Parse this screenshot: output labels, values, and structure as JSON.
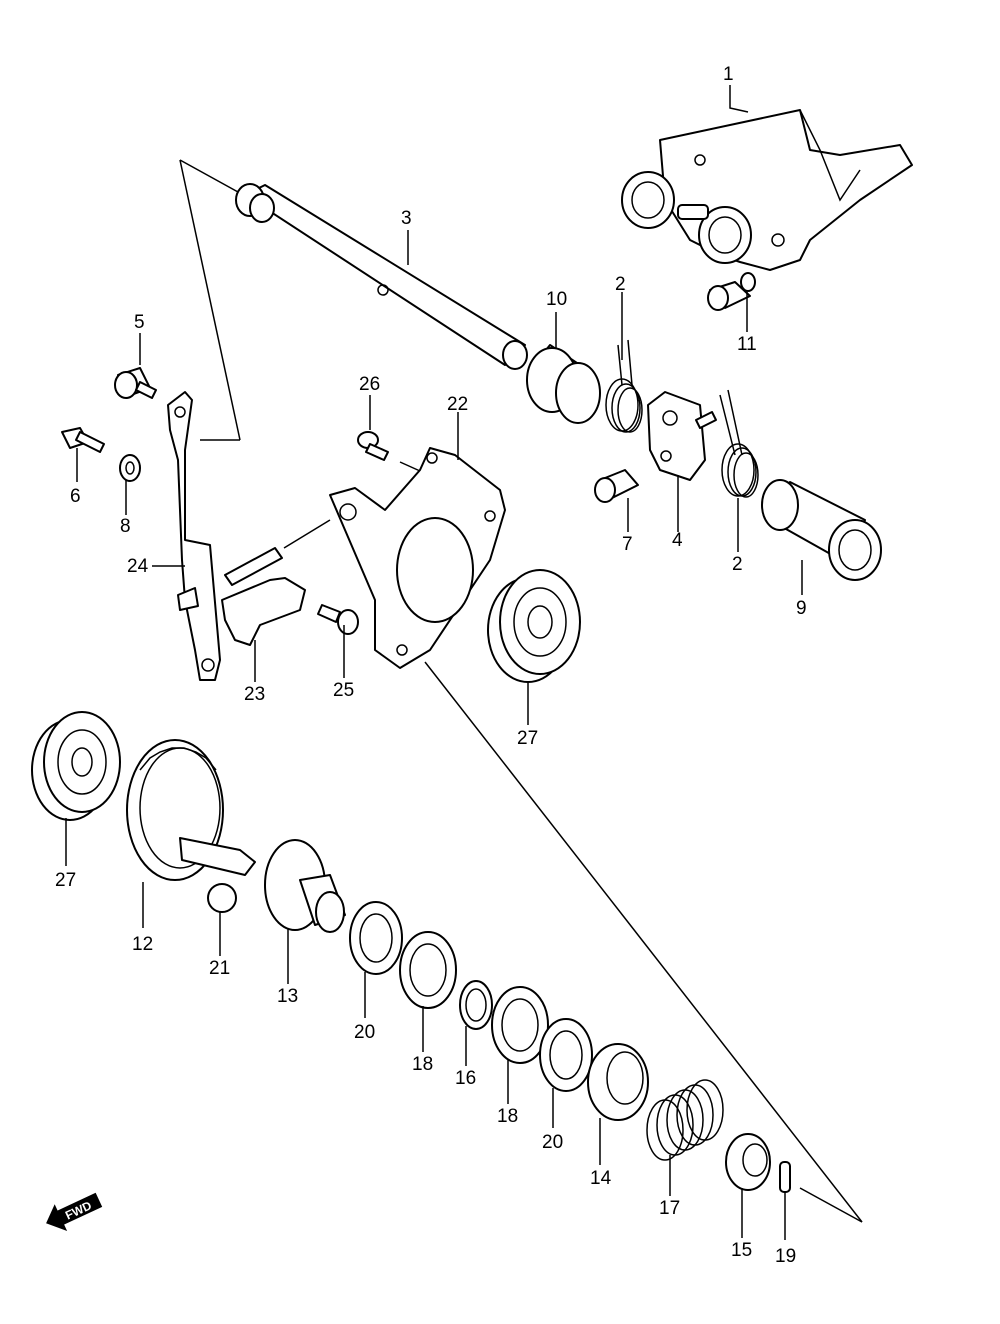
{
  "callouts": {
    "c1": "1",
    "c2a": "2",
    "c2b": "2",
    "c3": "3",
    "c4": "4",
    "c5": "5",
    "c6": "6",
    "c7": "7",
    "c8": "8",
    "c9": "9",
    "c10": "10",
    "c11": "11",
    "c12": "12",
    "c13": "13",
    "c14": "14",
    "c15": "15",
    "c16": "16",
    "c17": "17",
    "c18a": "18",
    "c18b": "18",
    "c19": "19",
    "c20a": "20",
    "c20b": "20",
    "c21": "21",
    "c22": "22",
    "c23": "23",
    "c24": "24",
    "c25": "25",
    "c26": "26",
    "c27a": "27",
    "c27b": "27"
  },
  "fwd_badge": "FWD",
  "icons": {
    "direction": "fwd-arrow-icon"
  }
}
